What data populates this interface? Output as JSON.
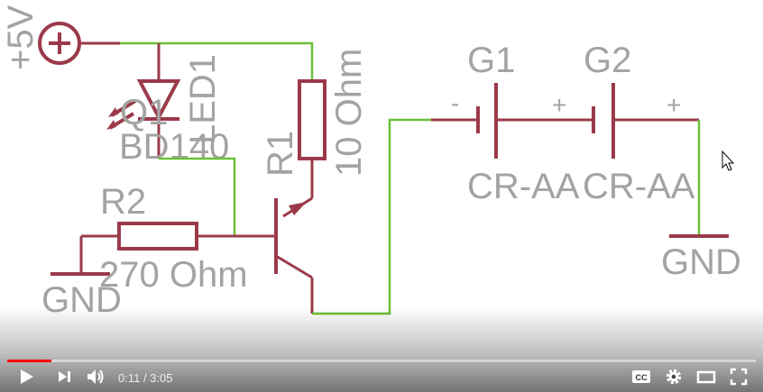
{
  "schematic": {
    "supply_label": "+5V",
    "led_label": "LED1",
    "transistor_label": "Q1",
    "transistor_value": "BD140",
    "r1_label": "R1",
    "r1_value": "10 Ohm",
    "r2_label": "R2",
    "r2_value": "270 Ohm",
    "gnd_left": "GND",
    "gnd_right": "GND",
    "g1_label": "G1",
    "g2_label": "G2",
    "g1_value": "CR-AA",
    "g2_value": "CR-AA",
    "g1_minus": "-",
    "g1_plus": "+",
    "g2_plus": "+"
  },
  "player": {
    "time_display": "0:11 / 3:05",
    "progress_fraction": 0.059,
    "progress_color": "#ff0000",
    "icons": [
      "play-icon",
      "next-icon",
      "volume-icon",
      "captions-icon",
      "settings-icon",
      "theater-mode-icon",
      "fullscreen-icon"
    ]
  },
  "colors": {
    "wire": "#6ac037",
    "component": "#9b3a4a",
    "label": "#a3a3a3"
  }
}
